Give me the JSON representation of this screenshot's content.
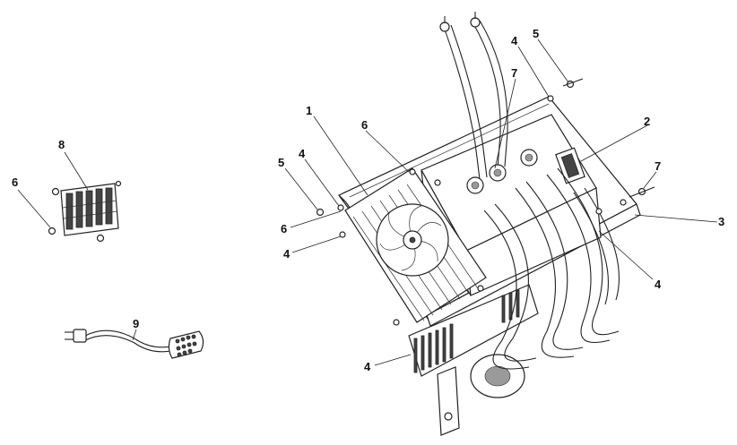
{
  "callouts": [
    {
      "id": "c1",
      "text": "1"
    },
    {
      "id": "c2",
      "text": "2"
    },
    {
      "id": "c3",
      "text": "3"
    },
    {
      "id": "c4a",
      "text": "4"
    },
    {
      "id": "c4b",
      "text": "4"
    },
    {
      "id": "c4c",
      "text": "4"
    },
    {
      "id": "c4d",
      "text": "4"
    },
    {
      "id": "c4e",
      "text": "4"
    },
    {
      "id": "c5a",
      "text": "5"
    },
    {
      "id": "c5b",
      "text": "5"
    },
    {
      "id": "c6a",
      "text": "6"
    },
    {
      "id": "c6b",
      "text": "6"
    },
    {
      "id": "c6c",
      "text": "6"
    },
    {
      "id": "c7a",
      "text": "7"
    },
    {
      "id": "c7b",
      "text": "7"
    },
    {
      "id": "c8",
      "text": "8"
    },
    {
      "id": "c9",
      "text": "9"
    }
  ]
}
